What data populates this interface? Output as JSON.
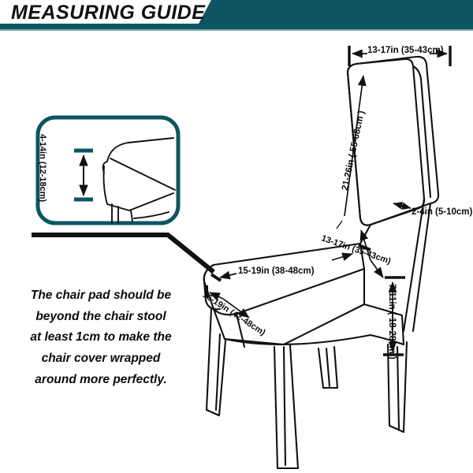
{
  "header": {
    "title": "MEASURING GUIDE",
    "banner_color": "#0d5563",
    "accent_bar_color": "#0d5563"
  },
  "inset": {
    "border_color": "#0d5563",
    "tick_color": "#0d5563",
    "label": "4-14in (12-18cm)"
  },
  "note": {
    "line1": "The chair pad should be",
    "line2": "beyond the chair stool",
    "line3": "at least 1cm to make the",
    "line4": "chair cover wrapped",
    "line5": "around more perfectly."
  },
  "measurements": {
    "back_width": "13-17in (35-43cm)",
    "back_height": "21-26in ( 55-68cm )",
    "back_thickness": "2-4in (5-10cm)",
    "seat_depth": "13-17in (35-43cm)",
    "seat_width": "15-19in (38-48cm)",
    "seat_front_diagonal": "16-19in (42-48cm)",
    "seat_height": "7-11in ( 18-28cm )"
  },
  "colors": {
    "teal": "#0d5563",
    "line": "#111111",
    "background": "#ffffff"
  }
}
